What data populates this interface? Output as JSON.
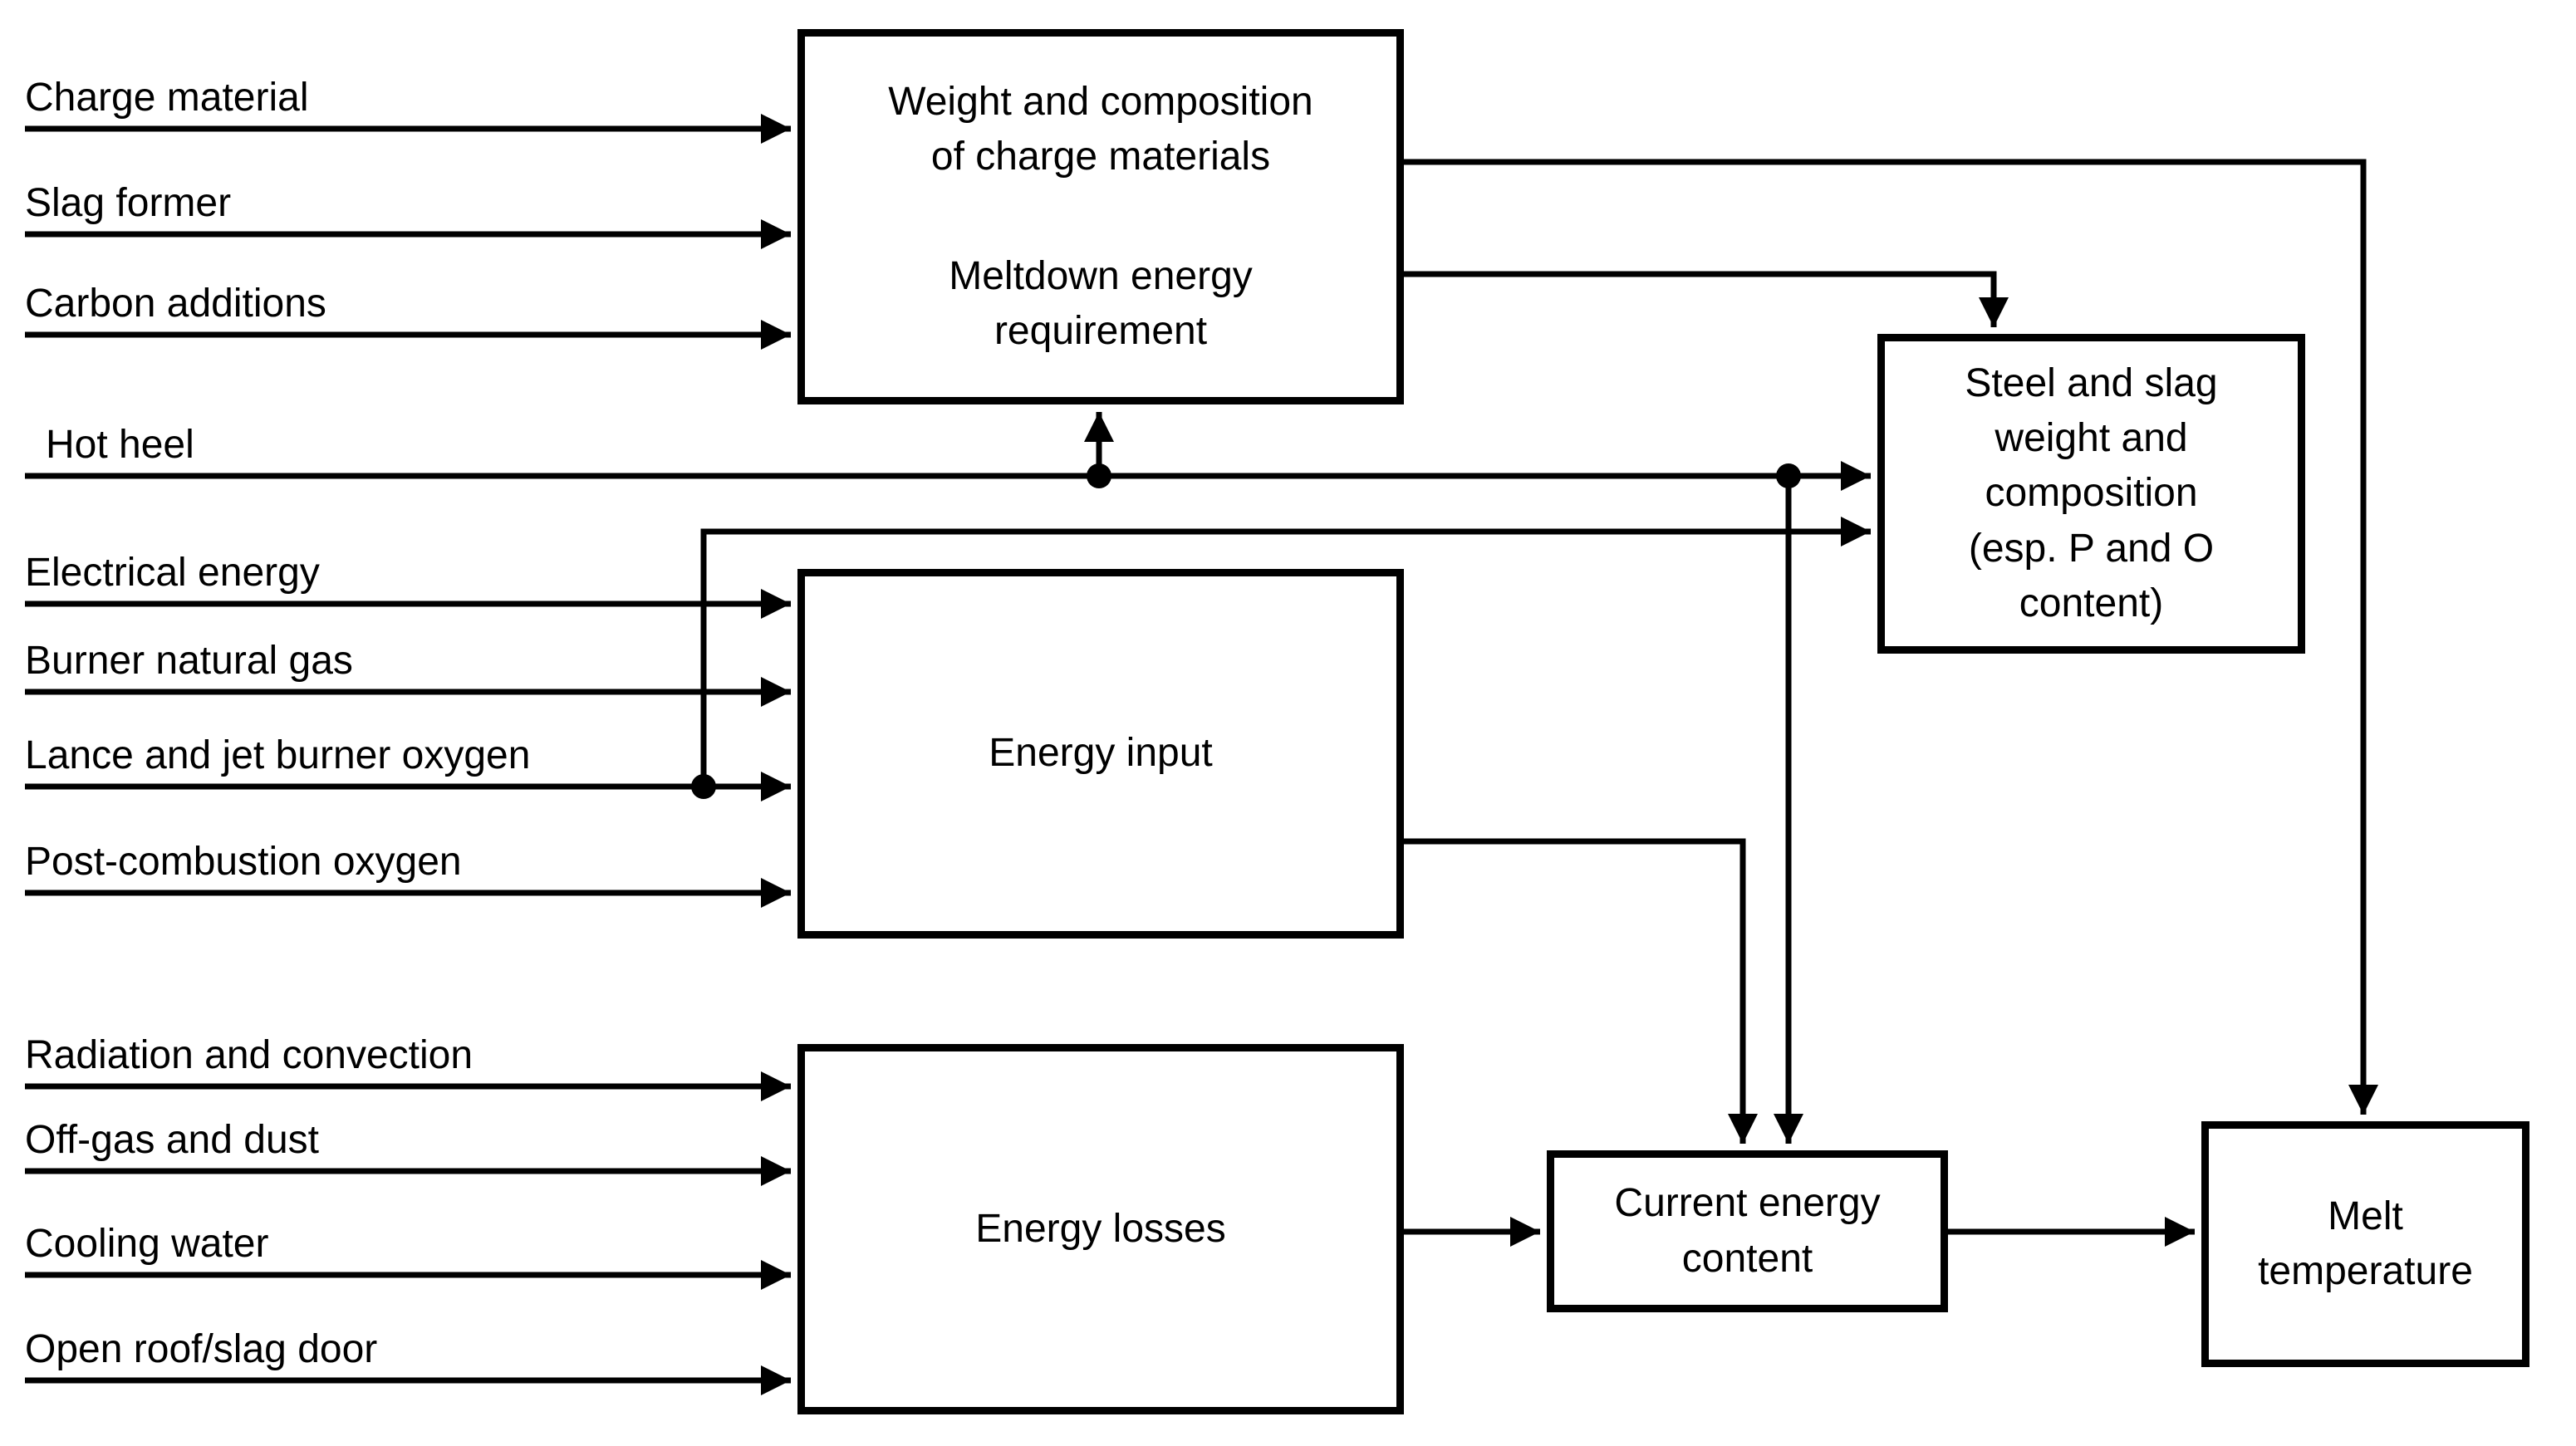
{
  "colors": {
    "background": "#ffffff",
    "ink": "#000000"
  },
  "inputs": {
    "charge_material": {
      "label": "Charge material"
    },
    "slag_former": {
      "label": "Slag former"
    },
    "carbon_additions": {
      "label": "Carbon additions"
    },
    "hot_heel": {
      "label": "Hot heel"
    },
    "electrical_energy": {
      "label": "Electrical energy"
    },
    "burner_natural_gas": {
      "label": "Burner natural gas"
    },
    "lance_jet_oxygen": {
      "label": "Lance and jet burner oxygen"
    },
    "post_combustion_oxygen": {
      "label": "Post-combustion oxygen"
    },
    "radiation_convection": {
      "label": "Radiation and convection"
    },
    "offgas_dust": {
      "label": "Off-gas and dust"
    },
    "cooling_water": {
      "label": "Cooling water"
    },
    "open_roof_slag_door": {
      "label": "Open roof/slag door"
    }
  },
  "boxes": {
    "weight_composition": {
      "lines1": [
        "Weight and composition",
        "of charge materials"
      ],
      "lines2": [
        "Meltdown energy",
        "requirement"
      ]
    },
    "steel_slag": {
      "lines": [
        "Steel and slag",
        "weight and",
        "composition",
        "(esp. P and O",
        "content)"
      ]
    },
    "energy_input": {
      "label": "Energy input"
    },
    "energy_losses": {
      "label": "Energy losses"
    },
    "current_energy": {
      "lines": [
        "Current energy",
        "content"
      ]
    },
    "melt_temperature": {
      "lines": [
        "Melt",
        "temperature"
      ]
    }
  }
}
